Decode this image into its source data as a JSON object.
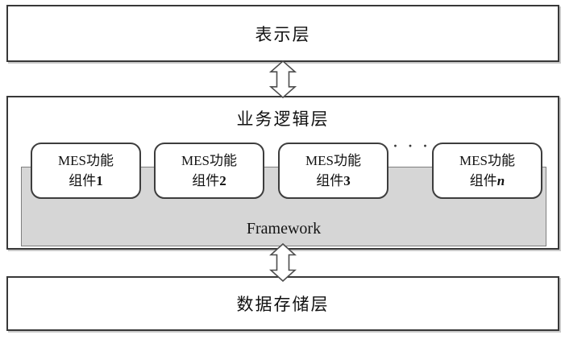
{
  "diagram": {
    "layers": {
      "presentation": {
        "label": "表示层"
      },
      "business": {
        "label": "业务逻辑层",
        "framework_label": "Framework",
        "components": [
          {
            "line1": "MES功能",
            "line2_prefix": "组件",
            "line2_var": "1"
          },
          {
            "line1": "MES功能",
            "line2_prefix": "组件",
            "line2_var": "2"
          },
          {
            "line1": "MES功能",
            "line2_prefix": "组件",
            "line2_var": "3"
          },
          {
            "line1": "MES功能",
            "line2_prefix": "组件",
            "line2_var": "n"
          }
        ],
        "ellipsis": "· · ·"
      },
      "storage": {
        "label": "数据存储层"
      }
    },
    "colors": {
      "box_border": "#383838",
      "framework_fill": "#d6d6d6",
      "framework_border": "#7f7f7f",
      "arrow_outline": "#4d4d4d",
      "arrow_fill": "#ffffff",
      "background": "#ffffff"
    }
  }
}
